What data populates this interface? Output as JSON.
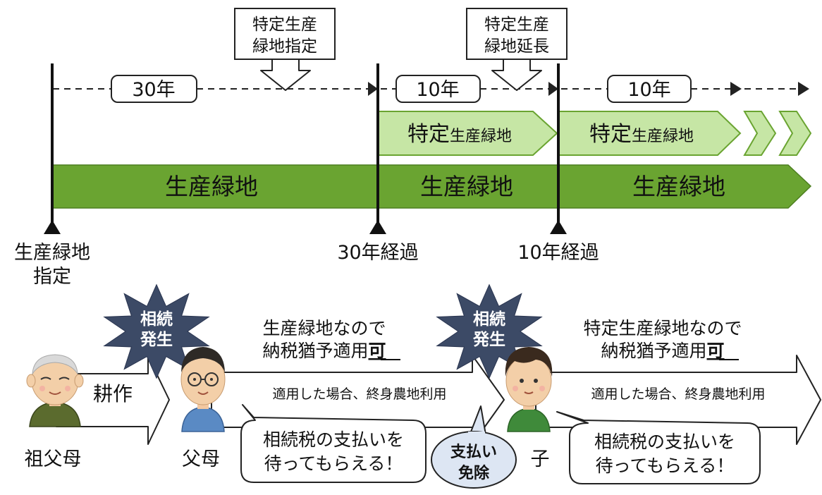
{
  "timeline": {
    "callout_designation": [
      "特定生産",
      "緑地指定"
    ],
    "callout_extension": [
      "特定生産",
      "緑地延長"
    ],
    "period_labels": [
      "30年",
      "10年",
      "10年"
    ],
    "specific_bar_labels": [
      {
        "big": "特定",
        "small": "生産緑地"
      },
      {
        "big": "特定",
        "small": "生産緑地"
      }
    ],
    "green_bar_labels": [
      "生産緑地",
      "生産緑地",
      "生産緑地"
    ],
    "milestones": [
      {
        "lines": [
          "生産緑地",
          "指定"
        ]
      },
      {
        "lines": [
          "30年経過"
        ]
      },
      {
        "lines": [
          "10年経過"
        ]
      }
    ]
  },
  "inheritance": {
    "burst_label": [
      "相続",
      "発生"
    ],
    "people": {
      "grandparents": "祖父母",
      "parents": "父母",
      "child": "子"
    },
    "farming_label": "耕作",
    "arrow1": {
      "lines": [
        "生産緑地なので",
        "納税猶予適用"
      ],
      "emph": "可",
      "inner": "適用した場合、終身農地利用",
      "bubble": [
        "相続税の支払いを",
        "待ってもらえる！"
      ]
    },
    "arrow2": {
      "lines": [
        "特定生産緑地なので",
        "納税猶予適用"
      ],
      "emph": "可",
      "inner": "適用した場合、終身農地利用",
      "bubble": [
        "相続税の支払いを",
        "待ってもらえる！"
      ]
    },
    "exemption_bubble": [
      "支払い",
      "免除"
    ]
  },
  "colors": {
    "green_dark": "#6aa431",
    "green_light": "#c6e6a5",
    "bubble_blue": "#dde6f3",
    "burst": "#3c4a66"
  }
}
